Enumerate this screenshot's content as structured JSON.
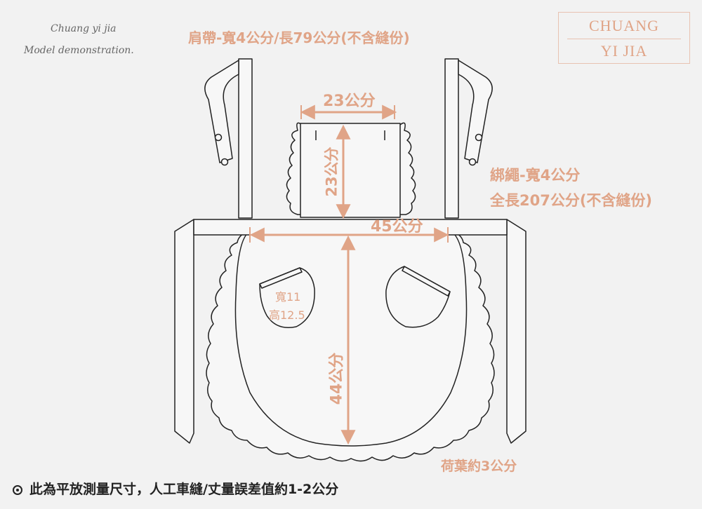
{
  "brand": {
    "script_line1": "Chuang yi jia",
    "script_line2": "Model demonstration.",
    "logo_line1": "CHUANG",
    "logo_line2": "YI JIA"
  },
  "labels": {
    "shoulder_strap": "肩帶-寬4公分/長79公分(不含縫份)",
    "bib_width": "23公分",
    "bib_height": "23公分",
    "skirt_width": "45公分",
    "skirt_length": "44公分",
    "tie_line1": "綁繩-寬4公分",
    "tie_line2": "全長207公分(不含縫份)",
    "pocket_line1": "寬11",
    "pocket_line2": "高12.5",
    "ruffle": "荷葉約3公分"
  },
  "footer_note": "此為平放測量尺寸，人工車縫/丈量誤差值約1-2公分",
  "colors": {
    "accent": "#e0a487",
    "line": "#222222",
    "background": "#f2f2f2",
    "panel": "#f7f7f7"
  },
  "icons": {
    "footer": "circle-dot-icon"
  }
}
